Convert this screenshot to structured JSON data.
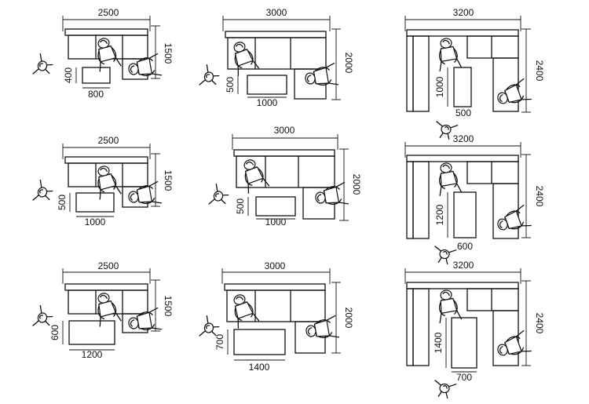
{
  "layouts": [
    {
      "id": "r1c1",
      "width_label": "2500",
      "depth_label": "1500",
      "table_w": "800",
      "table_d": "400"
    },
    {
      "id": "r1c2",
      "width_label": "3000",
      "depth_label": "2000",
      "table_w": "1000",
      "table_d": "500"
    },
    {
      "id": "r1c3",
      "width_label": "3200",
      "depth_label": "2400",
      "table_w": "500",
      "table_d": "1000"
    },
    {
      "id": "r2c1",
      "width_label": "2500",
      "depth_label": "1500",
      "table_w": "1000",
      "table_d": "500"
    },
    {
      "id": "r2c2",
      "width_label": "3000",
      "depth_label": "2000",
      "table_w": "1000",
      "table_d": "500"
    },
    {
      "id": "r2c3",
      "width_label": "3200",
      "depth_label": "2400",
      "table_w": "600",
      "table_d": "1200"
    },
    {
      "id": "r3c1",
      "width_label": "2500",
      "depth_label": "1500",
      "table_w": "1200",
      "table_d": "600"
    },
    {
      "id": "r3c2",
      "width_label": "3000",
      "depth_label": "2000",
      "table_w": "1400",
      "table_d": "700"
    },
    {
      "id": "r3c3",
      "width_label": "3200",
      "depth_label": "2400",
      "table_w": "700",
      "table_d": "1400"
    }
  ],
  "icons": {
    "person": "seated-person-icon",
    "standing": "standing-person-icon"
  }
}
